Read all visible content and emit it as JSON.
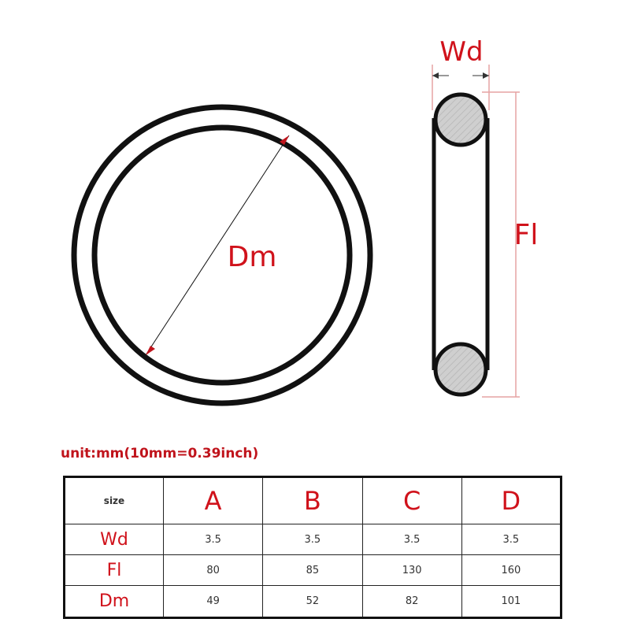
{
  "labels": {
    "diameter": "Dm",
    "wire": "Wd",
    "flat_length": "Fl"
  },
  "unit_note": "unit:mm(10mm=0.39inch)",
  "table": {
    "corner": "size",
    "columns": [
      "A",
      "B",
      "C",
      "D"
    ],
    "rows": [
      {
        "label": "Wd",
        "values": [
          "3.5",
          "3.5",
          "3.5",
          "3.5"
        ]
      },
      {
        "label": "Fl",
        "values": [
          "80",
          "85",
          "130",
          "160"
        ]
      },
      {
        "label": "Dm",
        "values": [
          "49",
          "52",
          "82",
          "101"
        ]
      }
    ]
  },
  "colors": {
    "label_red": "#d0121b",
    "outline": "#111111",
    "cross_section_fill": "#cfcfcf",
    "dimension_line": "#e6a3a3"
  }
}
